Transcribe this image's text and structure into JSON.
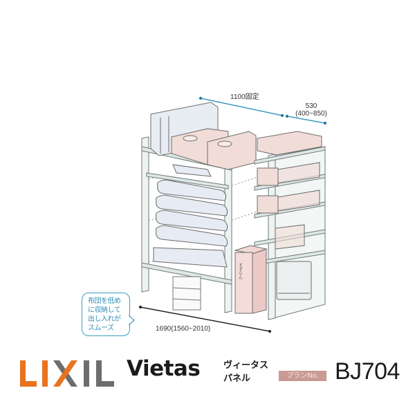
{
  "dimensions": {
    "width_fixed": "1100固定",
    "depth_value": "530",
    "depth_range": "(400~850)",
    "height_label": "1690(1560~2010)"
  },
  "callout": {
    "lines": [
      "布団を低め",
      "に収納して",
      "出し入れが",
      "スムーズ"
    ],
    "border_color": "#3a9bc0",
    "text_color": "#2d8fb8"
  },
  "footer": {
    "logo": "LIXIL",
    "logo_colors": {
      "orange": "#e8731f",
      "gray": "#6d6d6d"
    },
    "brand": "Vietas",
    "product_type": [
      "ヴィータス",
      "パネル"
    ],
    "plan_label": "プランNo.",
    "plan_label_bg": "#c99a93",
    "plan_number": "BJ704"
  },
  "illustration": {
    "subject": "storage-shelf-unit",
    "items": [
      "futon-stack",
      "storage-baskets",
      "fan-heater",
      "pink-box",
      "mattress-pads"
    ],
    "accent_blue": "#3a9bc0",
    "pink": "#f1d6d2"
  }
}
